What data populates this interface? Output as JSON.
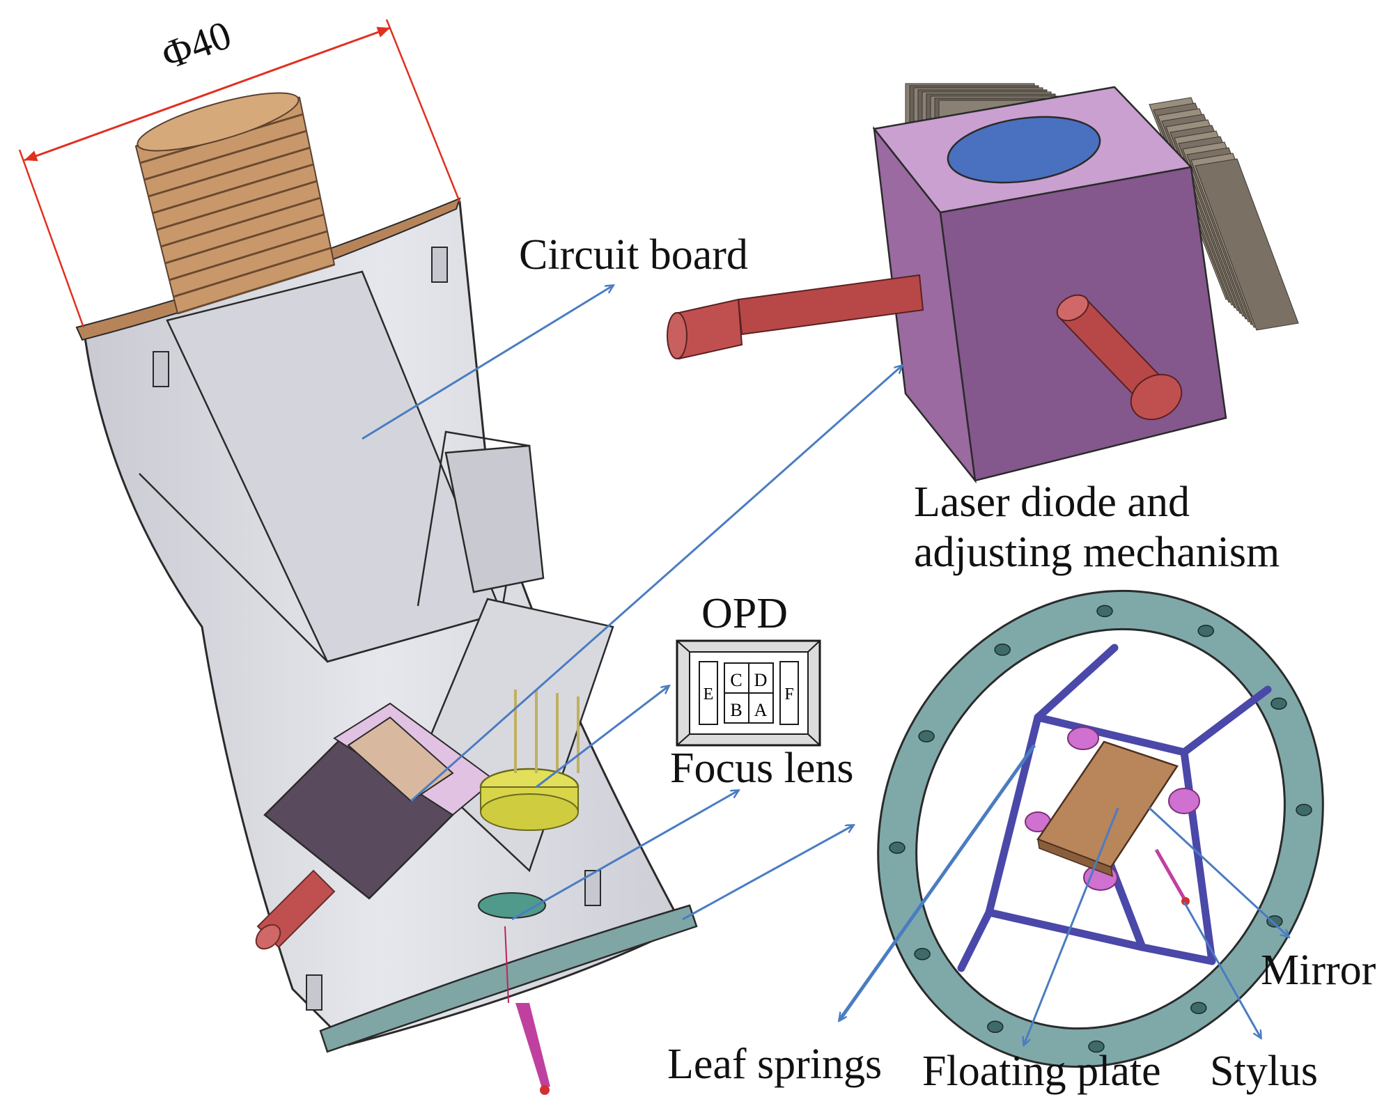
{
  "dimension": {
    "text": "Φ40"
  },
  "labels": {
    "circuit_board": "Circuit board",
    "laser_line1": "Laser diode and",
    "laser_line2": "adjusting mechanism",
    "opd": "OPD",
    "focus_lens": "Focus lens",
    "leaf_springs": "Leaf springs",
    "floating_plate": "Floating plate",
    "stylus": "Stylus",
    "mirror": "Mirror"
  },
  "opd_cells": {
    "e": "E",
    "c": "C",
    "d": "D",
    "b": "B",
    "a": "A",
    "f": "F"
  },
  "colors": {
    "dimension_line": "#e0301e",
    "leader_arrow": "#4a7cc2",
    "housing_fill": "#dcdde3",
    "thread_brass": "#c9986a",
    "base_plate": "#7fa6a4",
    "laser_block": "#9a6aa0",
    "laser_pin": "#c05050",
    "ring": "#7fa9a8",
    "leaf_spring": "#4a48a8",
    "floating_plate": "#b9855a",
    "lens_holder": "#e2df5a"
  }
}
